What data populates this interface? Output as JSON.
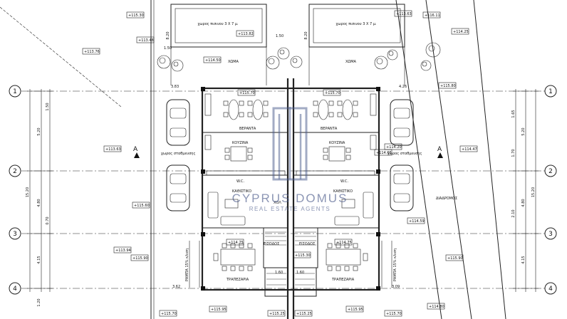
{
  "grid_axes": [
    "1",
    "2",
    "3",
    "4"
  ],
  "section_marks": [
    "A",
    "A"
  ],
  "elevations": [
    "+115.30",
    "+113.48",
    "+113.76",
    "+113.82",
    "+114.50",
    "+115.70",
    "+113.63",
    "+115.60",
    "+114.47",
    "+114.20",
    "+113.94",
    "+115.90",
    "+115.80",
    "+114.59",
    "+114.75",
    "+115.30",
    "+115.25",
    "+115.70",
    "+115.95",
    "+114.80",
    "+114.65",
    "+114.25",
    "+116.11"
  ],
  "labels": {
    "left_garden_top": "χωρος πισινου 3 Χ 7 μ.",
    "right_garden_top": "χωρος πισινου 3 Χ 7 μ.",
    "xoma": "ΧΩΜΑ",
    "veranda": "ΒΕΡΑΝΤΑ",
    "kouzina": "ΚΟΥΖΙΝΑ",
    "wc": "W.C.",
    "kathistiko": "ΚΑΘΙΣΤΙΚΟ",
    "xoros_stathmeusis": "χωρος σταθμευσης",
    "diadromos": "ΔΙΑΔΡΟΜΟΣ",
    "trapezaria": "ΤΡΑΠΕΖΑΡΙΑ",
    "ramp": "ΡΑΜΠΑ 15% κλιση",
    "eisodos": "ΕΙΣΟΔΟΣ",
    "xol": "ΧΟΛ"
  },
  "dimensions": [
    "3.83",
    "4.26",
    "1.50",
    "1.60",
    "3.62",
    "3.09",
    "8.20",
    "5.20",
    "15.20",
    "4.80",
    "4.15",
    "1.20",
    "1.50",
    "0.70",
    "1.65",
    "1.70",
    "2.10"
  ],
  "watermark": {
    "brand": "CYPRUS DOMUS",
    "tagline": "REAL ESTATE AGENTS"
  },
  "colors": {
    "line": "#222222",
    "watermark": "#4a5a8a"
  }
}
